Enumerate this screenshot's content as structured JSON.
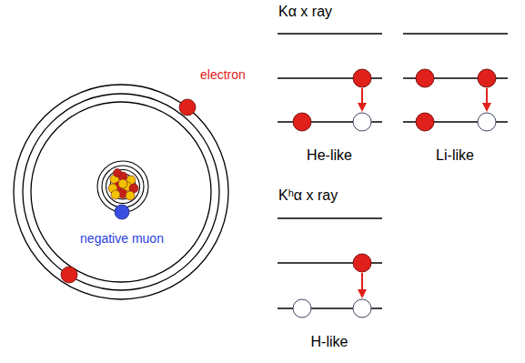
{
  "diagram": {
    "labels": [
      "electron",
      "negative muon",
      "Kα x ray",
      "He-like",
      "Li-like",
      "Kʰα x ray",
      "H-like"
    ]
  }
}
